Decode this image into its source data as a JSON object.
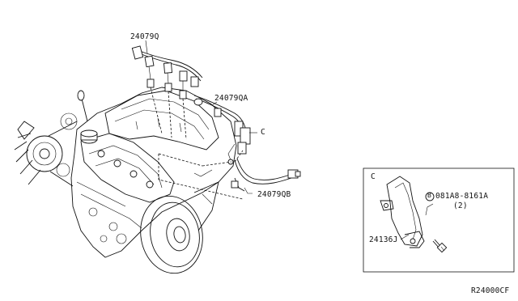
{
  "parts": {
    "harness_main": "24079Q",
    "harness_sub": "24079QA",
    "harness_lower": "24079QB",
    "bracket": "24136J",
    "bolt": "081A8-8161A",
    "bolt_qty": "(2)",
    "bolt_symbol": "B"
  },
  "callouts": {
    "ref_c_main": "C",
    "ref_c_detail": "C"
  },
  "diagram_id": "R24000CF"
}
